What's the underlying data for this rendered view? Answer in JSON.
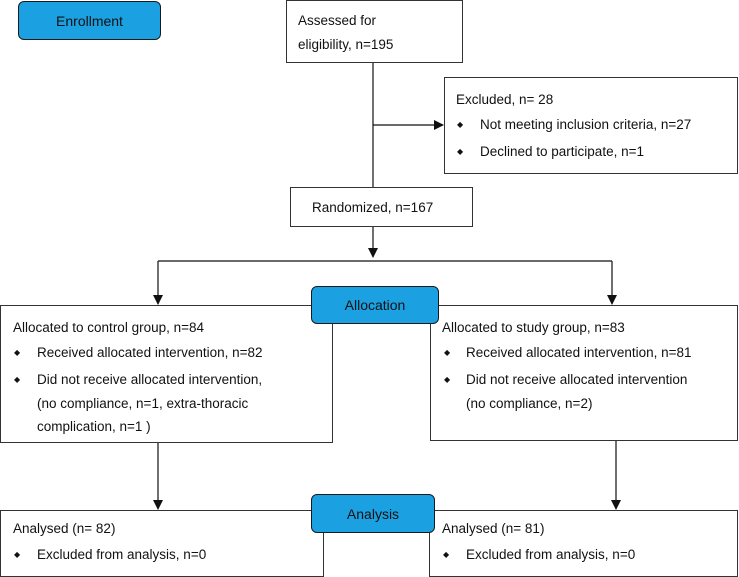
{
  "stages": {
    "enrollment": "Enrollment",
    "allocation": "Allocation",
    "analysis": "Analysis"
  },
  "assessed": {
    "line1": "Assessed for",
    "line2": "eligibility, n=195"
  },
  "excluded": {
    "title": "Excluded, n= 28",
    "items": [
      "Not meeting inclusion criteria, n=27",
      "Declined to participate, n=1"
    ]
  },
  "randomized": "Randomized, n=167",
  "control": {
    "title": "Allocated to control group, n=84",
    "item1": "Received allocated intervention, n=82",
    "item2_line1": "Did not receive allocated intervention,",
    "item2_line2": "(no compliance, n=1, extra-thoracic",
    "item2_line3": "complication, n=1 )"
  },
  "study": {
    "title": "Allocated to study group, n=83",
    "item1": "Received allocated intervention,  n=81",
    "item2_line1": "Did not receive allocated intervention",
    "item2_line2": "(no compliance, n=2)"
  },
  "analysis_control": {
    "title": "Analysed (n= 82)",
    "item": "Excluded from analysis, n=0"
  },
  "analysis_study": {
    "title": "Analysed (n= 81)",
    "item": "Excluded from analysis, n=0"
  },
  "colors": {
    "stage_fill": "#1ba1e2",
    "border": "#333333"
  }
}
